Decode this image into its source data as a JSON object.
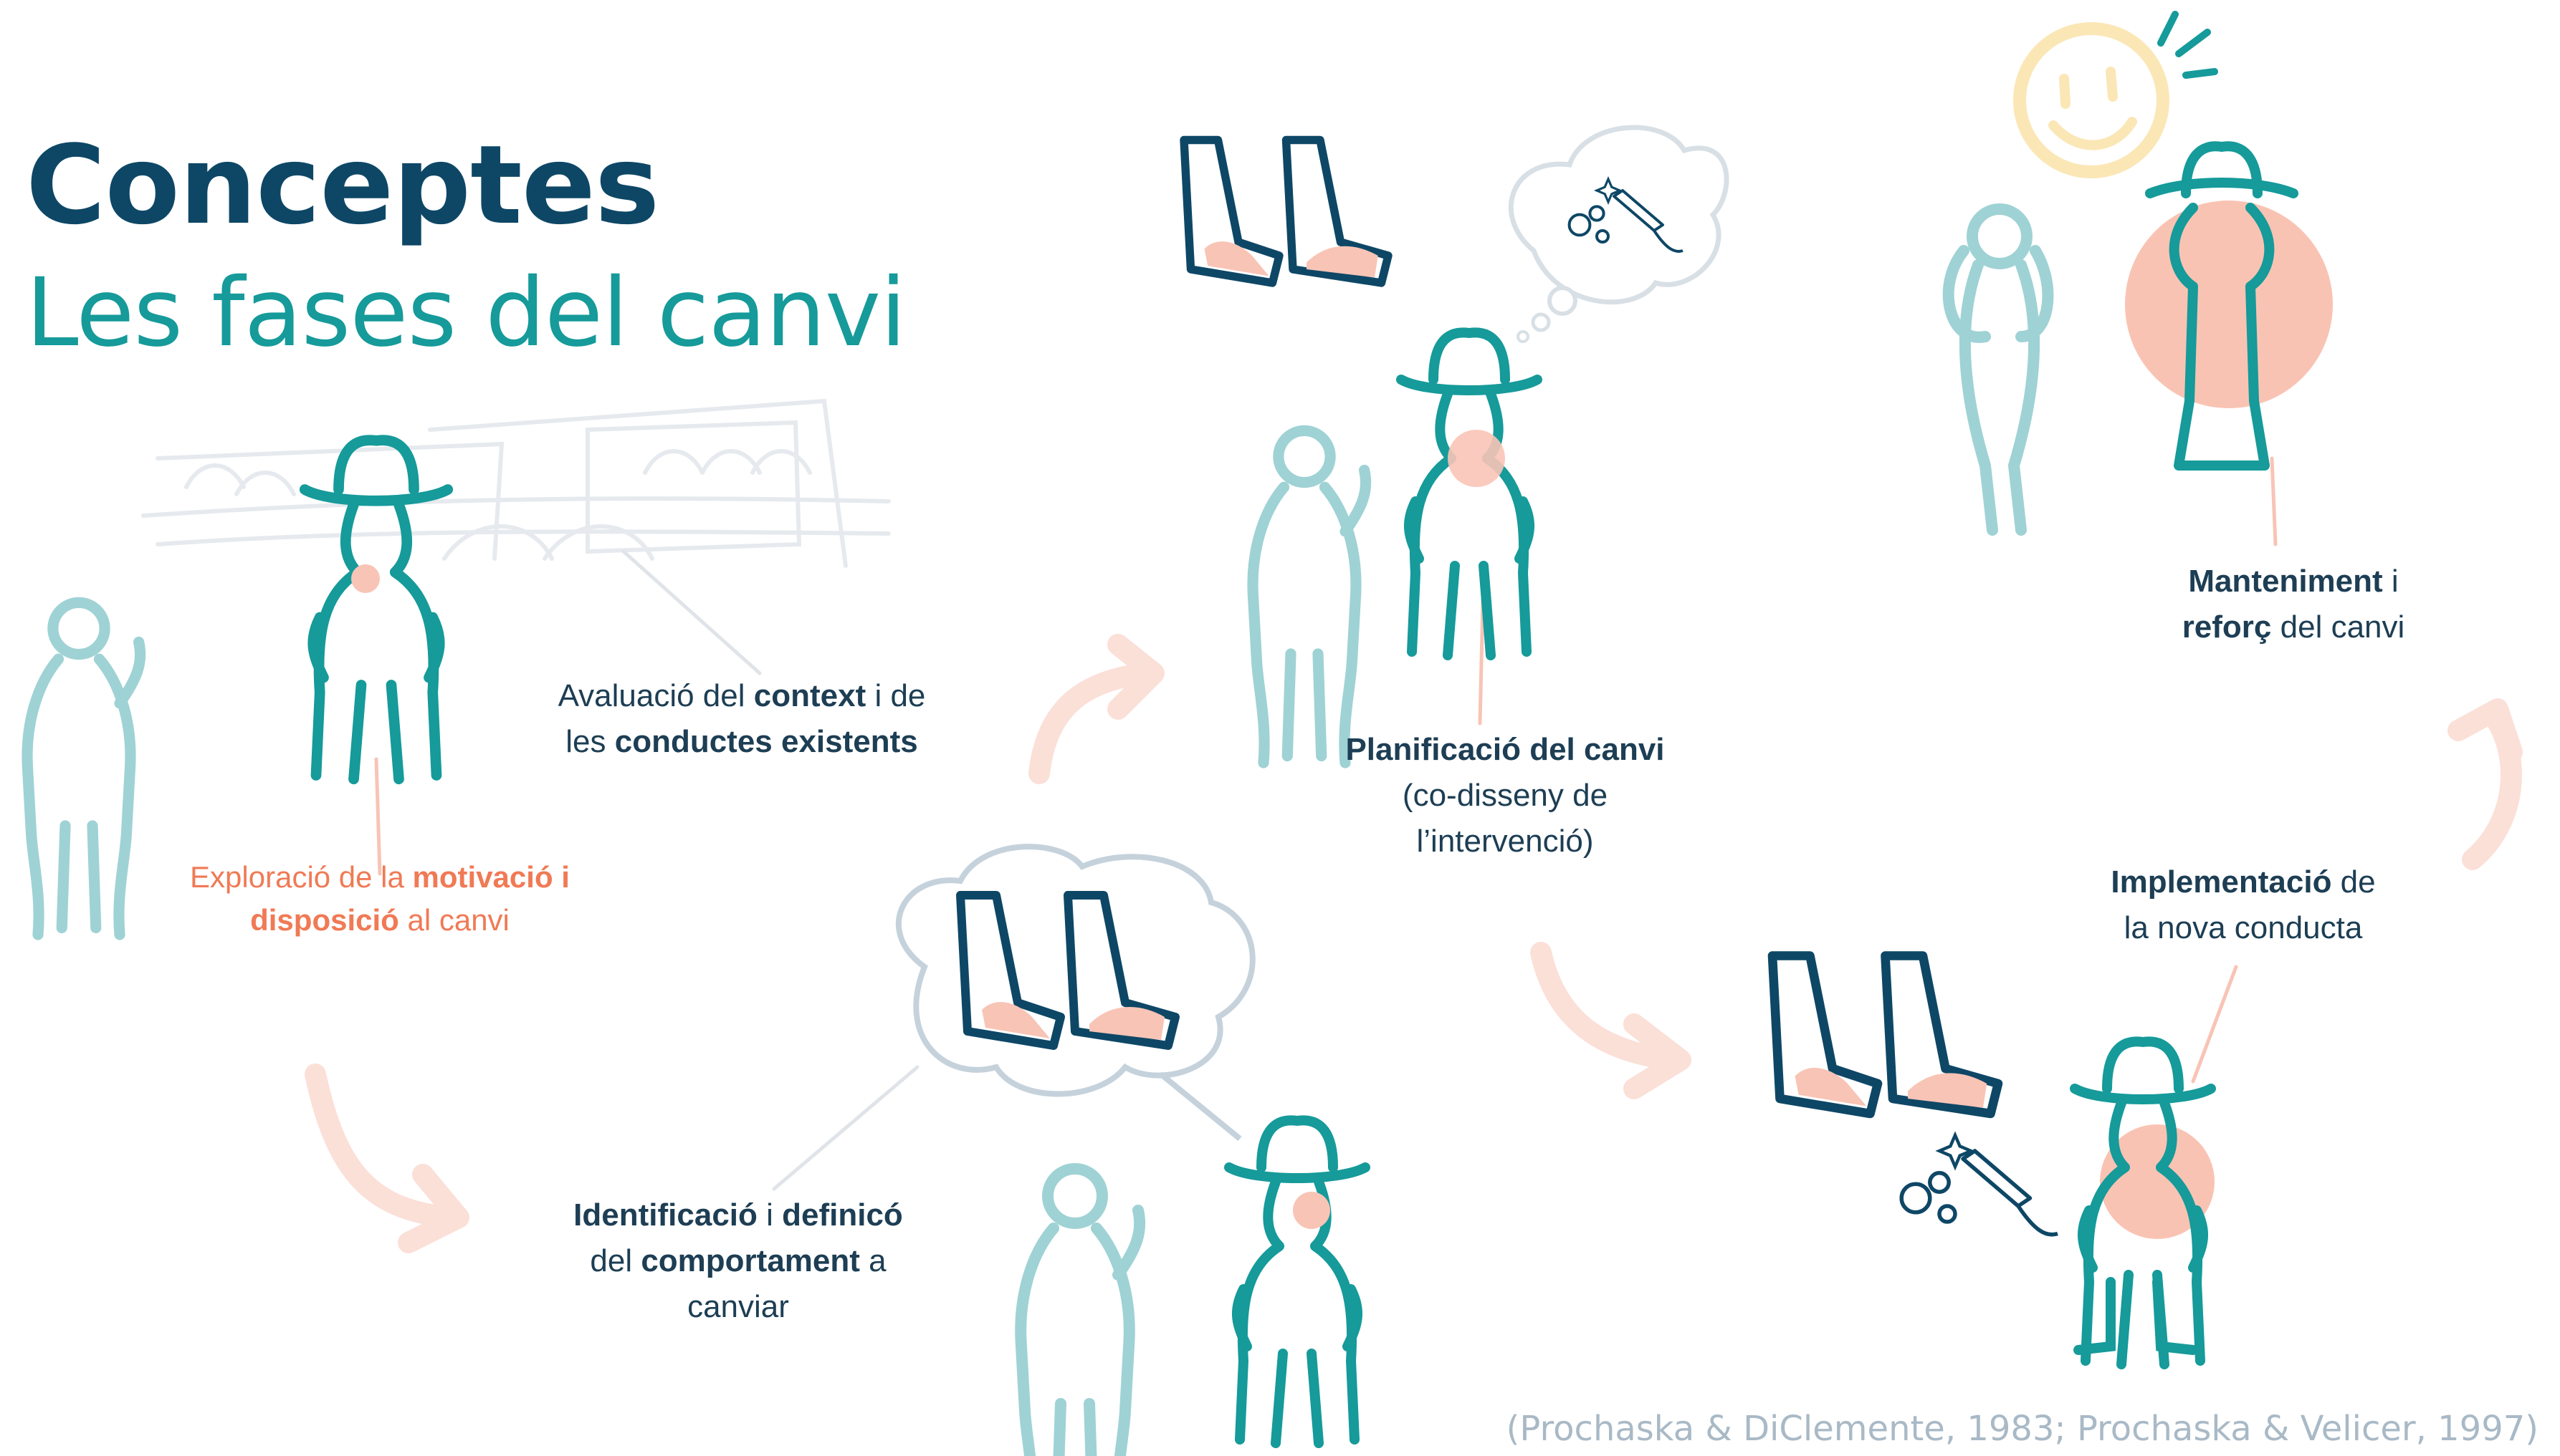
{
  "header": {
    "title": "Conceptes",
    "subtitle": "Les fases del canvi"
  },
  "stages": {
    "motivation": {
      "line1_prefix": "Exploració de la ",
      "line1_bold": "motivació i",
      "line2_bold": "disposició",
      "line2_suffix": " al canvi"
    },
    "context": {
      "line1_prefix": "Avaluació del ",
      "line1_bold": "context",
      "line1_suffix": " i de",
      "line2_prefix": "les ",
      "line2_bold": "conductes existents"
    },
    "identification": {
      "line1_bold_a": "Identificació",
      "line1_mid": " i ",
      "line1_bold_b": "definicó",
      "line2_prefix": "del ",
      "line2_bold": "comportament",
      "line2_suffix": " a",
      "line3": "canviar"
    },
    "planning": {
      "line1_bold": "Planificació del canvi",
      "line2": "(co-disseny de",
      "line3": "l’intervenció)"
    },
    "implementation": {
      "line1_bold": "Implementació",
      "line1_suffix": " de",
      "line2": "la nova conducta"
    },
    "maintenance": {
      "line1_bold": "Manteniment",
      "line1_suffix": " i",
      "line2_bold": "reforç",
      "line2_suffix": " del canvi"
    }
  },
  "citation": "(Prochaska & DiClemente, 1983; Prochaska & Velicer, 1997)",
  "colors": {
    "navy": "#0e4766",
    "teal": "#169a9a",
    "light_teal": "#9fd2d5",
    "coral": "#f07a55",
    "peach": "#f8b8a6",
    "arrow": "#fbe0d8",
    "sun": "#fbe7b6",
    "grey_sketch": "#e6eaee"
  }
}
